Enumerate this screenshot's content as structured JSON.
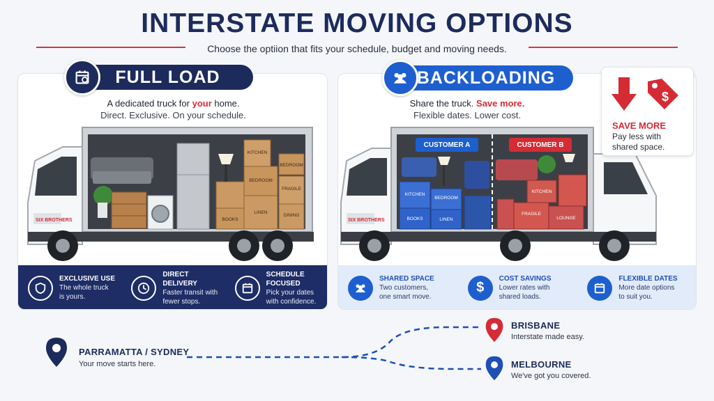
{
  "header": {
    "title": "INTERSTATE MOVING OPTIONS",
    "subtitle": "Choose the optiion that fits your schedule, budget and moving needs."
  },
  "full_load": {
    "icon": "calendar-icon",
    "label": "FULL LOAD",
    "tagline_pre": "A dedicated truck for ",
    "tagline_em": "your",
    "tagline_post": " home.",
    "tagline2": "Direct. Exclusive. On your schedule.",
    "truck_brand": "SIX BROTHERS",
    "boxes": [
      "KITCHEN",
      "BEDROOM",
      "BEDROOM",
      "FRAGILE",
      "BOOKS",
      "LINEN",
      "DINING"
    ],
    "features": [
      {
        "icon": "shield-icon",
        "title": "EXCLUSIVE USE",
        "line1": "The whole truck",
        "line2": "is yours."
      },
      {
        "icon": "clock-icon",
        "title": "DIRECT DELIVERY",
        "line1": "Faster transit with",
        "line2": "fewer stops."
      },
      {
        "icon": "calendar-icon",
        "title": "SCHEDULE FOCUSED",
        "line1": "Pick your dates",
        "line2": "with confidence."
      }
    ],
    "colors": {
      "badge": "#1d2b5c",
      "bar": "#1e2d66"
    }
  },
  "backloading": {
    "icon": "group-icon",
    "label": "BACKLOADING",
    "tagline_pre": "Share the truck. ",
    "tagline_em": "Save more.",
    "tagline2": "Flexible dates. Lower cost.",
    "truck_brand": "SIX BROTHERS",
    "customer_a": "CUSTOMER A",
    "customer_b": "CUSTOMER B",
    "boxes_a": [
      "KITCHEN",
      "BEDROOM",
      "BOOKS",
      "LINEN"
    ],
    "boxes_b": [
      "KITCHEN",
      "FRAGILE",
      "LOUNGE"
    ],
    "features": [
      {
        "icon": "group-icon",
        "title": "SHARED SPACE",
        "line1": "Two customers,",
        "line2": "one smart move."
      },
      {
        "icon": "dollar-icon",
        "title": "COST SAVINGS",
        "line1": "Lower rates with",
        "line2": "shared loads."
      },
      {
        "icon": "calendar-icon",
        "title": "FLEXIBLE DATES",
        "line1": "More date options",
        "line2": "to suit you."
      }
    ],
    "colors": {
      "badge": "#1d5fcf",
      "bar": "#e2ebfa",
      "customer_a": "#1d5fcf",
      "customer_b": "#d52b35"
    }
  },
  "save_card": {
    "icons": [
      "arrow-down-icon",
      "price-tag-icon"
    ],
    "title": "SAVE MORE",
    "line1": "Pay less with",
    "line2": "shared space."
  },
  "route": {
    "origin": {
      "title": "PARRAMATTA / SYDNEY",
      "sub": "Your move starts here.",
      "color": "#1d2b5c"
    },
    "destinations": [
      {
        "title": "BRISBANE",
        "sub": "Interstate made easy.",
        "color": "#d52b35"
      },
      {
        "title": "MELBOURNE",
        "sub": "We've got you covered.",
        "color": "#1d4fb5"
      }
    ]
  },
  "colors": {
    "accent_red": "#d52b35",
    "navy": "#1d2b5c",
    "blue": "#1d5fcf"
  }
}
